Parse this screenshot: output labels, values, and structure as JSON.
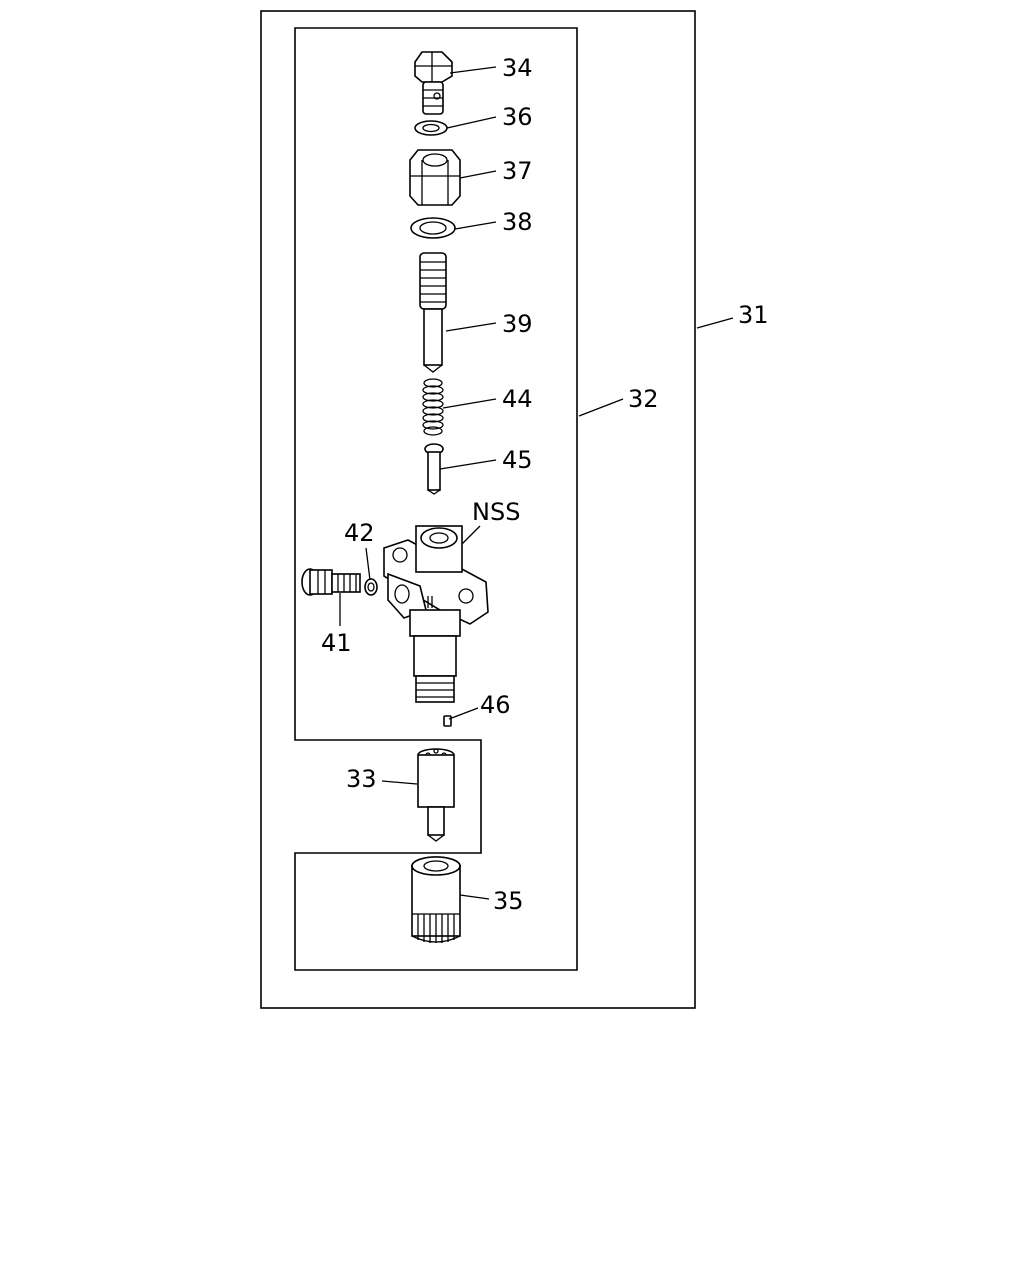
{
  "diagram": {
    "callouts": {
      "c31": "31",
      "c32": "32",
      "c33": "33",
      "c34": "34",
      "c35": "35",
      "c36": "36",
      "c37": "37",
      "c38": "38",
      "c39": "39",
      "c41": "41",
      "c42": "42",
      "c44": "44",
      "c45": "45",
      "c46": "46",
      "nss": "NSS"
    }
  }
}
